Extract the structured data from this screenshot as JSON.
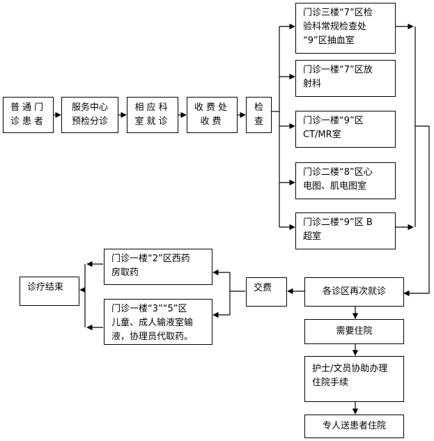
{
  "nodes": {
    "patient": "普通门\n诊患者",
    "service_center": "服务中心\n预检分诊",
    "department": "相应科\n室就诊",
    "cashier": "收费处\n收费",
    "exam": "检\n查",
    "exam_floor3": "门诊三楼“7”区检\n验科常规检查处\n“9”区抽血室",
    "exam_radiology": "门诊一楼“7”区放\n射科",
    "exam_ctmr": "门诊一楼“9”区\nCT/MR室",
    "exam_ecg": "门诊二楼“8”区心\n电图、肌电图室",
    "exam_bultrasound": "门诊二楼“9”区 B\n超室",
    "revisit": "各诊区再次就诊",
    "payment": "交费",
    "pharmacy_west": "门诊一楼“2”区西药\n房取药",
    "pharmacy_infusion": "门诊一楼“3”“5”区\n儿童、成人输液室输\n液，协理员代取药。",
    "end": "诊疗结束",
    "hospitalization": "需要住院",
    "admission": "护士/文员协助办理\n住院手续",
    "escort": "专人送患者住院"
  },
  "colors": {
    "line": "#000000",
    "box_fill": "#ffffff"
  }
}
